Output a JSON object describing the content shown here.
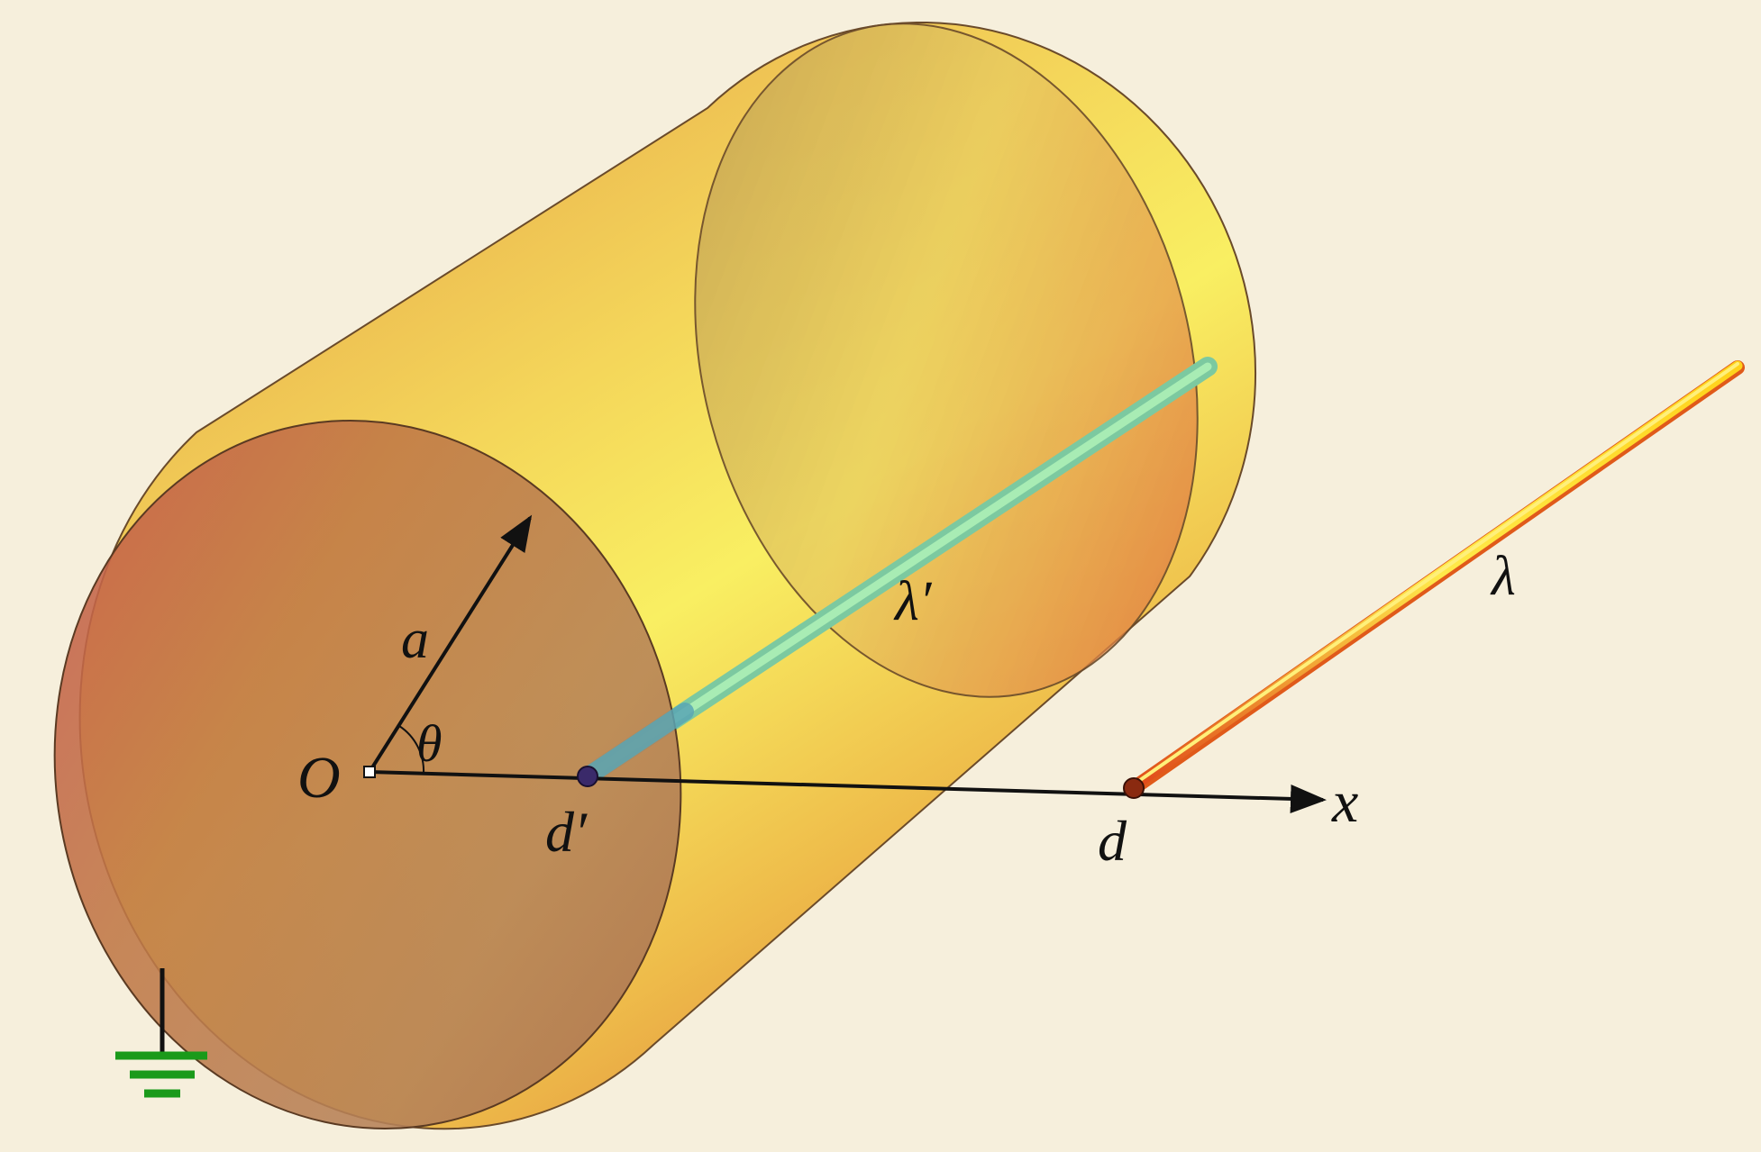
{
  "labels": {
    "origin": "O",
    "radius": "a",
    "angle": "θ",
    "image_line_position": "d′",
    "line_position": "d",
    "axis": "x",
    "image_charge": "λ′",
    "line_charge": "λ"
  },
  "colors": {
    "background": "#f6efdc",
    "cylinder_face": "#c07a48",
    "cylinder_body_light": "#f7e65a",
    "cylinder_body_dark": "#d9903a",
    "image_line": "#8fd9a0",
    "line_charge": "#f2c21a",
    "ground_symbol": "#1a9a1a",
    "axis": "#111111"
  },
  "icons": {
    "ground": "ground-symbol-icon"
  }
}
